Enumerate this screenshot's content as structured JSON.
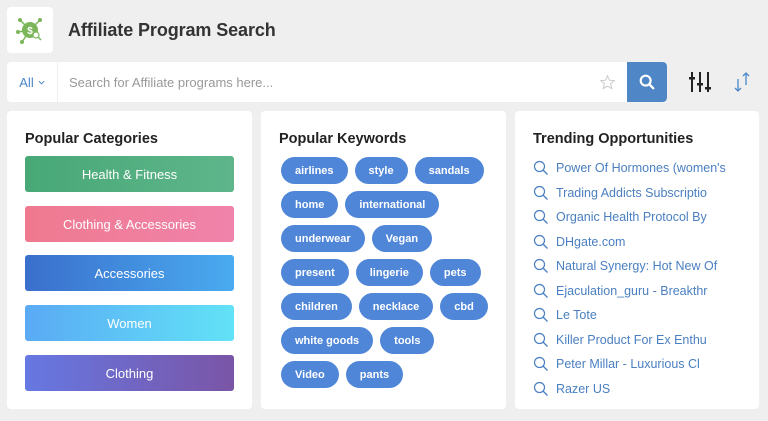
{
  "header": {
    "title": "Affiliate Program Search",
    "logo_icon": "affiliate-network-dollar-icon"
  },
  "search": {
    "scope_label": "All",
    "placeholder": "Search for Affiliate programs here...",
    "value": "",
    "star_icon": "star-outline-icon",
    "search_icon": "magnifier-icon"
  },
  "toolbar": {
    "filter_icon": "sliders-icon",
    "sort_icon": "sort-arrows-icon"
  },
  "colors": {
    "accent": "#4f86c6",
    "keyword_pill": "#4f86d8",
    "link": "#4a7fc1",
    "background": "#efefef"
  },
  "categories": {
    "title": "Popular Categories",
    "items": [
      {
        "label": "Health & Fitness",
        "colors": [
          "#48a876",
          "#5eb58b"
        ]
      },
      {
        "label": "Clothing & Accessories",
        "colors": [
          "#ef7a8f",
          "#f083ab"
        ]
      },
      {
        "label": "Accessories",
        "colors": [
          "#3a6fcc",
          "#4aabf0"
        ]
      },
      {
        "label": "Women",
        "colors": [
          "#5aaaf4",
          "#62e2f7"
        ]
      },
      {
        "label": "Clothing",
        "colors": [
          "#6678e2",
          "#7a55a6"
        ]
      }
    ]
  },
  "keywords": {
    "title": "Popular Keywords",
    "items": [
      "airlines",
      "style",
      "sandals",
      "home",
      "international",
      "underwear",
      "Vegan",
      "present",
      "lingerie",
      "pets",
      "children",
      "necklace",
      "cbd",
      "white goods",
      "tools",
      "Video",
      "pants"
    ]
  },
  "trending": {
    "title": "Trending Opportunities",
    "items": [
      "Power Of Hormones (women's",
      "Trading Addicts Subscriptio",
      "Organic Health Protocol By",
      "DHgate.com",
      "Natural Synergy: Hot New Of",
      "Ejaculation_guru - Breakthr",
      "Le Tote",
      "Killer Product For Ex Enthu",
      "Peter Millar - Luxurious Cl",
      "Razer US"
    ]
  }
}
